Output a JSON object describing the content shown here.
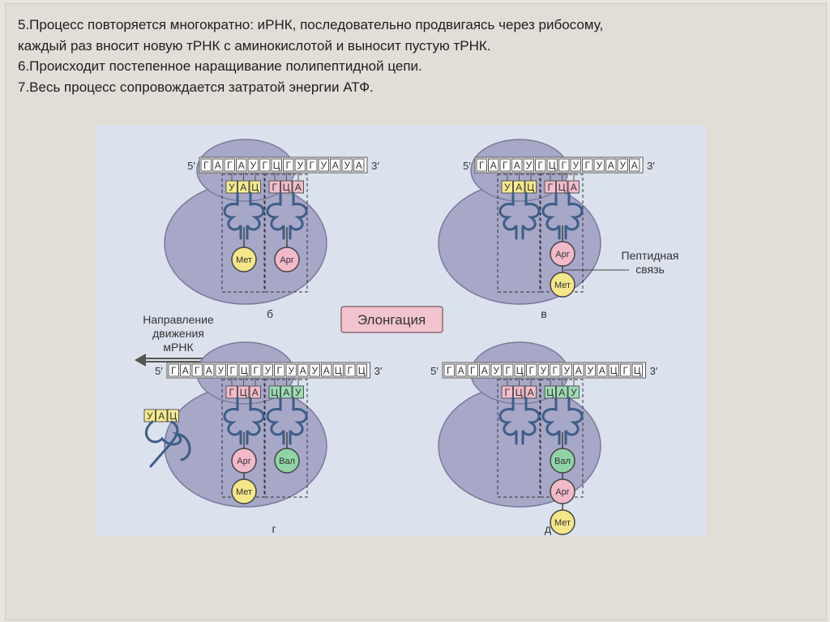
{
  "text": {
    "line1": "5.Процесс повторяется многократно: иРНК, последовательно продвигаясь через рибосому,",
    "line2": "каждый раз вносит новую тРНК с аминокислотой и выносит пустую тРНК.",
    "line3": "6.Происходит постепенное наращивание полипептидной цепи.",
    "line4": "7.Весь процесс сопровождается затратой энергии АТФ."
  },
  "figure": {
    "center_label": "Элонгация",
    "direction_label": [
      "Направление",
      "движения",
      "мРНК"
    ],
    "peptide_label": [
      "Пептидная",
      "связь"
    ],
    "colors": {
      "ribosome": "#a7a7c8",
      "ribosome_stroke": "#7a7a9a",
      "trna": "#3d5e86",
      "met": "#f4e78a",
      "arg": "#f1b9c9",
      "val": "#8fd3a6",
      "codon_yellow": "#f6eb8f",
      "codon_pink": "#f2bccb",
      "codon_green": "#9edcb5",
      "label_bg": "#f2c4cf"
    },
    "panels": [
      {
        "letter": "б",
        "mrna": [
          "Г",
          "А",
          "Г",
          "А",
          "У",
          "Г",
          "Ц",
          "Г",
          "У",
          "Г",
          "У",
          "А",
          "У",
          "А"
        ],
        "end5": "5′",
        "end3": "3′",
        "anticodons": [
          [
            "У",
            "А",
            "Ц"
          ],
          [
            "Г",
            "Ц",
            "А"
          ]
        ],
        "amino_acids": [
          "Мет",
          "Арг"
        ]
      },
      {
        "letter": "в",
        "mrna": [
          "Г",
          "А",
          "Г",
          "А",
          "У",
          "Г",
          "Ц",
          "Г",
          "У",
          "Г",
          "У",
          "А",
          "У",
          "А"
        ],
        "end5": "5′",
        "end3": "3′",
        "anticodons": [
          [
            "У",
            "А",
            "Ц"
          ],
          [
            "Г",
            "Ц",
            "А"
          ]
        ],
        "amino_acids": [
          "Арг",
          "Мет"
        ]
      },
      {
        "letter": "г",
        "mrna": [
          "Г",
          "А",
          "Г",
          "А",
          "У",
          "Г",
          "Ц",
          "Г",
          "У",
          "Г",
          "У",
          "А",
          "У",
          "А",
          "Ц",
          "Г",
          "Ц"
        ],
        "end5": "5′",
        "end3": "3′",
        "anticodons": [
          [
            "Г",
            "Ц",
            "А"
          ],
          [
            "Ц",
            "А",
            "У"
          ]
        ],
        "amino_acids": [
          "Арг",
          "Мет",
          "Вал"
        ],
        "free_trna": [
          "У",
          "А",
          "Ц"
        ]
      },
      {
        "letter": "д",
        "mrna": [
          "Г",
          "А",
          "Г",
          "А",
          "У",
          "Г",
          "Ц",
          "Г",
          "У",
          "Г",
          "У",
          "А",
          "У",
          "А",
          "Ц",
          "Г",
          "Ц"
        ],
        "end5": "5′",
        "end3": "3′",
        "anticodons": [
          [
            "Г",
            "Ц",
            "А"
          ],
          [
            "Ц",
            "А",
            "У"
          ]
        ],
        "amino_acids": [
          "Вал",
          "Арг",
          "Мет"
        ]
      }
    ]
  }
}
